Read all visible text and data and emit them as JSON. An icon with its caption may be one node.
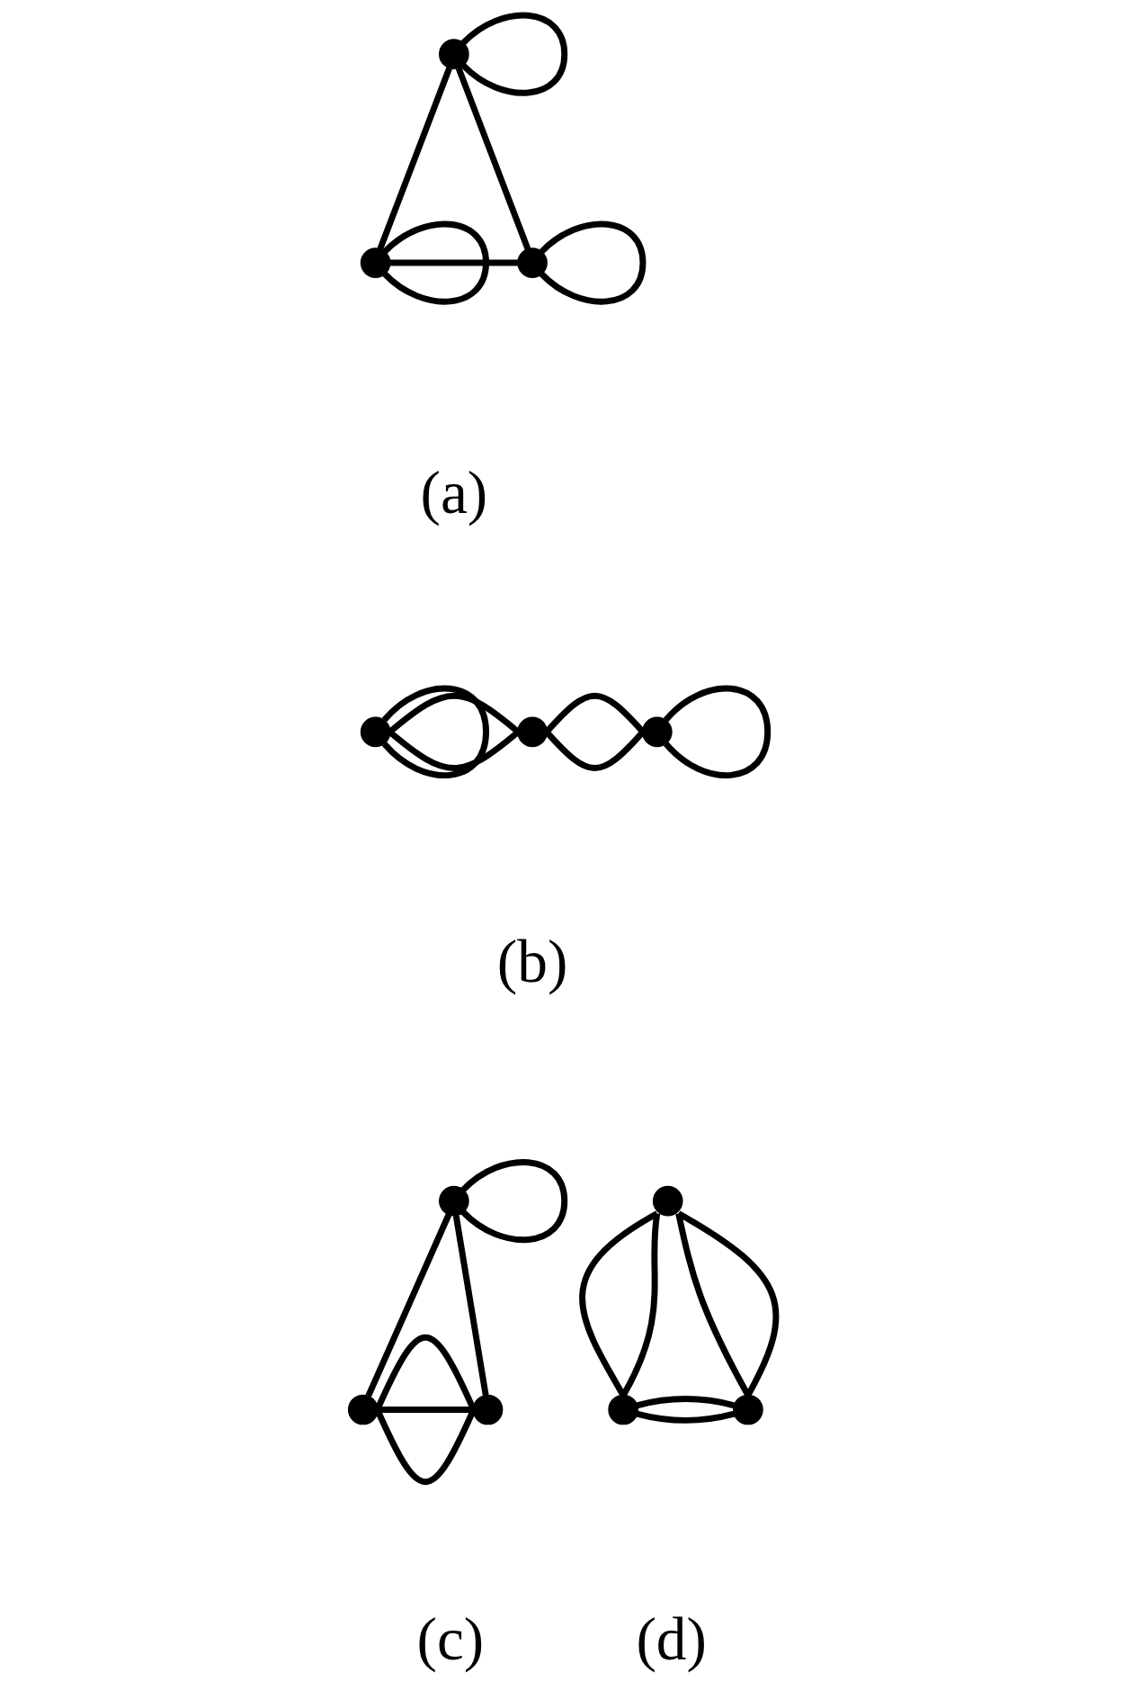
{
  "diagram": {
    "nodes": [
      {
        "text": [],
        "shape": "circle"
      },
      {
        "text": [],
        "shape": "circle"
      },
      {
        "text": [],
        "shape": "circle"
      },
      {
        "text": [],
        "shape": "circle"
      },
      {
        "text": [],
        "shape": "circle"
      },
      {
        "text": [],
        "shape": "circle"
      },
      {
        "text": [],
        "shape": "circle"
      },
      {
        "text": [],
        "shape": "circle"
      },
      {
        "text": [],
        "shape": "circle"
      },
      {
        "text": [],
        "shape": "circle"
      },
      {
        "text": [],
        "shape": "circle"
      },
      {
        "text": [],
        "shape": "circle"
      }
    ],
    "edges": [
      {
        "from": 0,
        "to": 0,
        "arrow": "none"
      },
      {
        "from": 0,
        "to": 1,
        "arrow": "none"
      },
      {
        "from": 0,
        "to": 2,
        "arrow": "none"
      },
      {
        "from": 1,
        "to": 1,
        "arrow": "none"
      },
      {
        "from": 1,
        "to": 2,
        "arrow": "none"
      },
      {
        "from": 2,
        "to": 2,
        "arrow": "none"
      },
      {
        "from": 3,
        "to": 3,
        "arrow": "none"
      },
      {
        "from": 3,
        "to": 4,
        "arrow": "none"
      },
      {
        "from": 3,
        "to": 4,
        "arrow": "none"
      },
      {
        "from": 4,
        "to": 5,
        "arrow": "none"
      },
      {
        "from": 4,
        "to": 5,
        "arrow": "none"
      },
      {
        "from": 5,
        "to": 5,
        "arrow": "none"
      },
      {
        "from": 6,
        "to": 6,
        "arrow": "none"
      },
      {
        "from": 6,
        "to": 7,
        "arrow": "none"
      },
      {
        "from": 6,
        "to": 8,
        "arrow": "none"
      },
      {
        "from": 7,
        "to": 8,
        "arrow": "none"
      },
      {
        "from": 7,
        "to": 8,
        "arrow": "none"
      },
      {
        "from": 7,
        "to": 8,
        "arrow": "none"
      },
      {
        "from": 9,
        "to": 10,
        "arrow": "none"
      },
      {
        "from": 9,
        "to": 10,
        "arrow": "none"
      },
      {
        "from": 9,
        "to": 11,
        "arrow": "none"
      },
      {
        "from": 9,
        "to": 11,
        "arrow": "none"
      },
      {
        "from": 10,
        "to": 11,
        "arrow": "none"
      },
      {
        "from": 10,
        "to": 11,
        "arrow": "none"
      }
    ],
    "labels": [
      "(a)",
      "(b)",
      "(c)",
      "(d)"
    ]
  }
}
